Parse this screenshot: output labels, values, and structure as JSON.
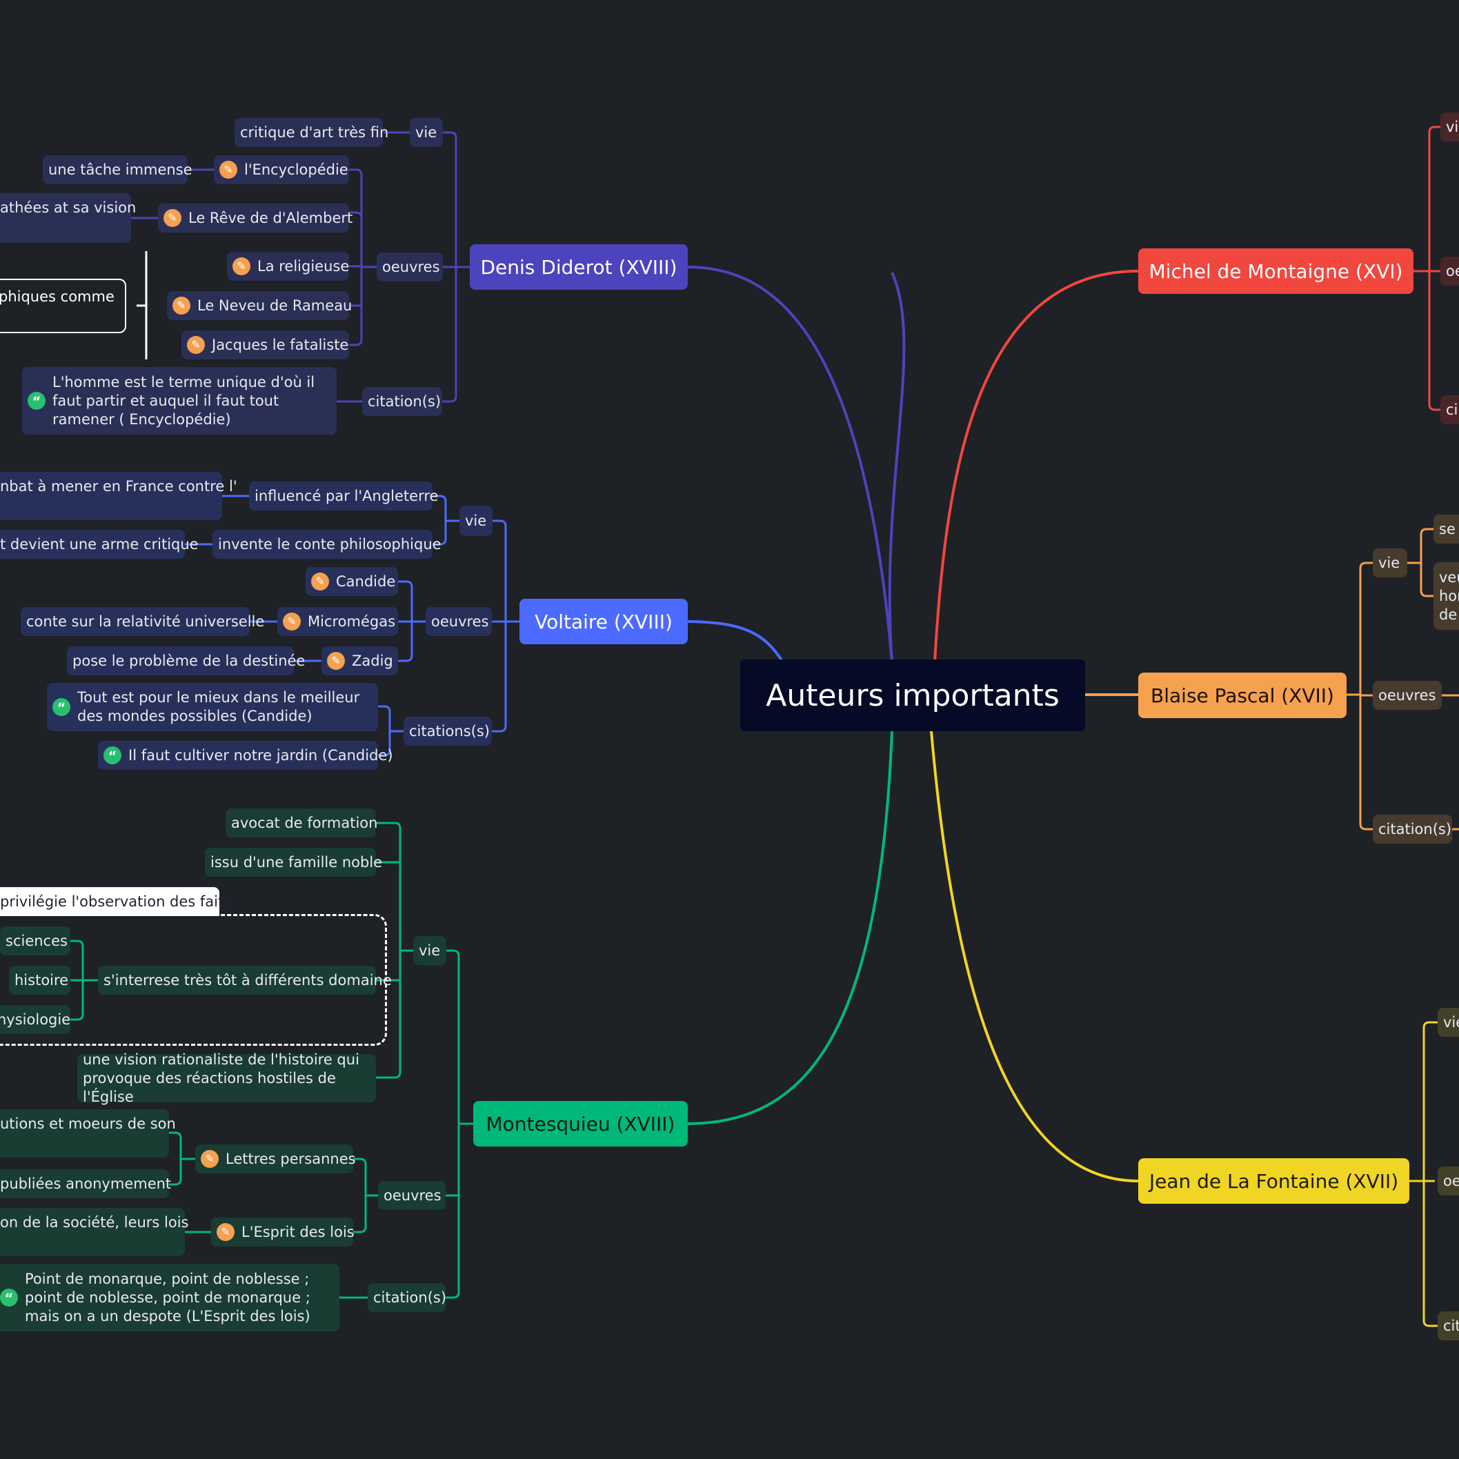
{
  "root": "Auteurs importants",
  "colors": {
    "diderot": "#4c44bc",
    "voltaire": "#4d6aff",
    "montesquieu": "#00b87a",
    "montaigne": "#f1473f",
    "pascal": "#f5a14d",
    "lafontaine": "#f0d524"
  },
  "diderot": {
    "title": "Denis Diderot (XVIII)",
    "vie": "vie",
    "vie_item": "critique d'art très fin",
    "oeuvres": "oeuvres",
    "works": [
      "l'Encyclopédie",
      "Le Rêve de d'Alembert",
      "La religieuse",
      "Le Neveu de Rameau",
      "Jacques le fataliste"
    ],
    "encyclopedie_note": "une tâche immense",
    "reve_note": "athées at sa vision",
    "group_note": "phiques comme",
    "citation": "citation(s)",
    "quote": "L'homme est le terme unique d'où il faut partir et auquel il faut tout ramener ( Encyclopédie)"
  },
  "voltaire": {
    "title": "Voltaire (XVIII)",
    "vie": "vie",
    "vie_items": [
      "influencé par l'Angleterre",
      "invente le conte philosophique"
    ],
    "angleterre_note": "nbat à mener en France contre l'",
    "conte_note": "t devient une arme critique",
    "oeuvres": "oeuvres",
    "works": [
      "Candide",
      "Micromégas",
      "Zadig"
    ],
    "micromegas_note": "conte sur la relativité universelle",
    "zadig_note": "pose le problème de la destinée",
    "citations": "citations(s)",
    "quotes": [
      "Tout est pour le mieux dans le meilleur des mondes possibles (Candide)",
      "Il faut cultiver notre jardin (Candide)"
    ]
  },
  "montesquieu": {
    "title": "Montesquieu (XVIII)",
    "vie": "vie",
    "vie_items": [
      "avocat de formation",
      "issu d'une famille noble",
      "s'interrese très tôt à différents domaine",
      "une vision rationaliste de l'histoire qui provoque des réactions hostiles de l'Église"
    ],
    "domain_callout": "privilégie l'observation des faits",
    "domains": [
      "sciences",
      "histoire",
      "hysiologie"
    ],
    "oeuvres": "oeuvres",
    "works": [
      "Lettres persannes",
      "L'Esprit des lois"
    ],
    "lettres_notes": [
      "utions et moeurs de son",
      "publiées anonymement"
    ],
    "esprit_note": "on de la société, leurs lois",
    "citation": "citation(s)",
    "quote": "Point de monarque, point de noblesse ; point de noblesse, point de monarque ; mais on a un despote (L'Esprit des lois)"
  },
  "montaigne": {
    "title": "Michel de Montaigne (XVI)",
    "vie": "vi",
    "oeuvres": "oe",
    "citation": "ci"
  },
  "pascal": {
    "title": "Blaise Pascal (XVII)",
    "vie": "vie",
    "vie_items": [
      "se",
      "veu hon de"
    ],
    "oeuvres": "oeuvres",
    "citation": "citation(s)"
  },
  "lafontaine": {
    "title": "Jean de La Fontaine (XVII)",
    "vie": "vie",
    "oeuvres": "oe",
    "citation": "cit"
  }
}
